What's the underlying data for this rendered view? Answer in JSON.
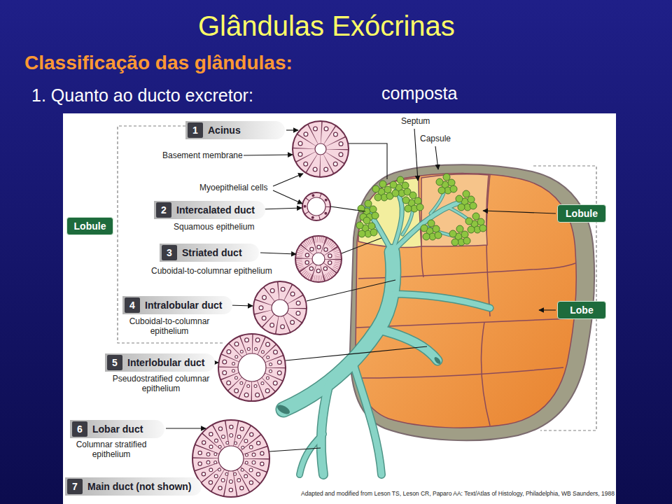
{
  "diagram": {
    "title": "Glândulas Exócrinas",
    "caption": "Adapted and modified from Leson TS, Leson CR, Paparo AA: Text/Atlas of Histology, Philadelphia, WB Saunders, 1988",
    "nodes": [
      {
        "text": [
          "Acinus"
        ]
      },
      {
        "text": [
          "1"
        ],
        "in": 0
      },
      {
        "text": [
          "Intercalated duct"
        ]
      },
      {
        "text": [
          "2"
        ],
        "in": 2
      },
      {
        "text": [
          "Striated duct"
        ]
      },
      {
        "text": [
          "3"
        ],
        "in": 4
      },
      {
        "text": [
          "Intralobular duct"
        ]
      },
      {
        "text": [
          "4"
        ],
        "in": 6
      },
      {
        "text": [
          "Interlobular duct"
        ]
      },
      {
        "text": [
          "5"
        ],
        "in": 8
      },
      {
        "text": [
          "Lobar duct"
        ]
      },
      {
        "text": [
          "6"
        ],
        "in": 10
      },
      {
        "text": [
          "Main duct (not shown)"
        ]
      },
      {
        "text": [
          "7"
        ],
        "in": 12
      },
      {
        "text": [
          "Lobule"
        ]
      },
      {
        "text": [
          "Lobule"
        ]
      },
      {
        "text": [
          "Lobe"
        ]
      }
    ],
    "labels": [
      "Classificação das glândulas:",
      "1. Quanto ao ducto excretor:",
      "composta",
      "Basement membrane",
      "Myoepithelial cells",
      "Squamous epithelium",
      "Cuboidal-to-columnar epithelium",
      "Cuboidal-to-columnar epithelium",
      "Pseudostratified columnar epithelium",
      "Columnar stratified epithelium",
      "Septum",
      "Capsule"
    ]
  }
}
